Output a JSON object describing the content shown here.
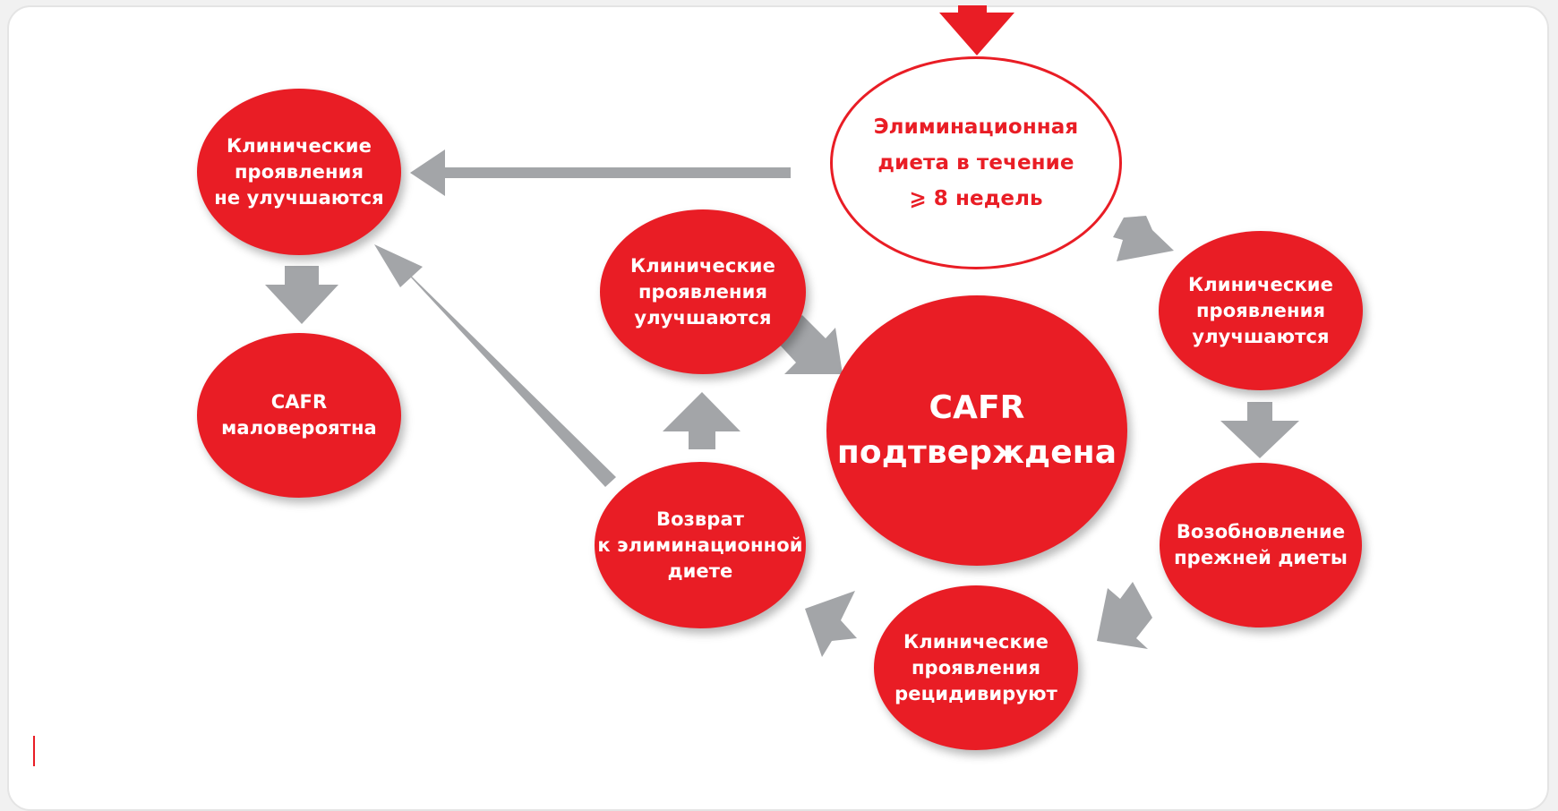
{
  "colors": {
    "node_fill": "#e91d25",
    "node_text": "#ffffff",
    "start_fill": "#ffffff",
    "start_text": "#e91d25",
    "arrow": "#a3a5a8",
    "top_arrow": "#e91d25",
    "background": "#ffffff"
  },
  "nodes": {
    "elimination_diet": "Элиминационная\nдиета в течение\n⩾ 8 недель",
    "not_improving": "Клинические\nпроявления\nне улучшаются",
    "cafr_unlikely": "CAFR\nмаловероятна",
    "improving_left": "Клинические\nпроявления\nулучшаются",
    "cafr_confirmed": "CAFR\nподтверждена",
    "improving_right": "Клинические\nпроявления\nулучшаются",
    "resume_diet": "Возобновление\nпрежней диеты",
    "relapse": "Клинические\nпроявления\nрецидивируют",
    "return_elimination": "Возврат\nк элиминационной\nдиете"
  }
}
